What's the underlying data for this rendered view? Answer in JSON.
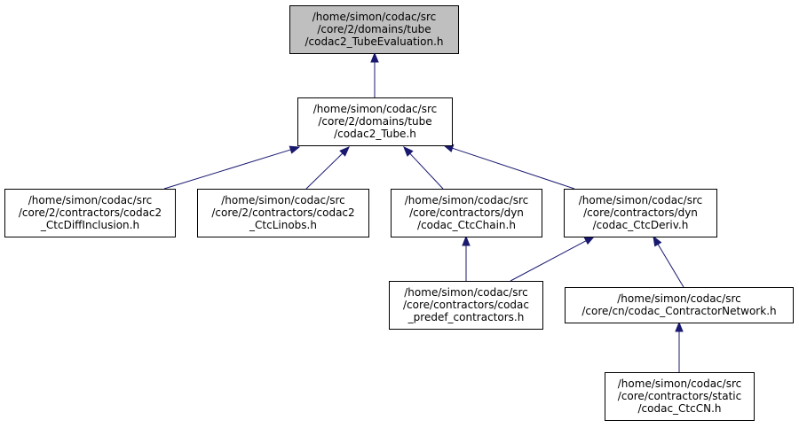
{
  "colors": {
    "highlight_fill": "#bfbfbf",
    "node_fill": "#ffffff",
    "edge": "#191970"
  },
  "nodes": [
    {
      "id": "tubeeval",
      "highlighted": true,
      "lines": [
        "/home/simon/codac/src",
        "/core/2/domains/tube",
        "/codac2_TubeEvaluation.h"
      ]
    },
    {
      "id": "tube",
      "lines": [
        "/home/simon/codac/src",
        "/core/2/domains/tube",
        "/codac2_Tube.h"
      ]
    },
    {
      "id": "diffincl",
      "lines": [
        "/home/simon/codac/src",
        "/core/2/contractors/codac2",
        "_CtcDiffInclusion.h"
      ]
    },
    {
      "id": "linobs",
      "lines": [
        "/home/simon/codac/src",
        "/core/2/contractors/codac2",
        "_CtcLinobs.h"
      ]
    },
    {
      "id": "chain",
      "lines": [
        "/home/simon/codac/src",
        "/core/contractors/dyn",
        "/codac_CtcChain.h"
      ]
    },
    {
      "id": "deriv",
      "lines": [
        "/home/simon/codac/src",
        "/core/contractors/dyn",
        "/codac_CtcDeriv.h"
      ]
    },
    {
      "id": "predef",
      "lines": [
        "/home/simon/codac/src",
        "/core/contractors/codac",
        "_predef_contractors.h"
      ]
    },
    {
      "id": "cn",
      "lines": [
        "/home/simon/codac/src",
        "/core/cn/codac_ContractorNetwork.h"
      ]
    },
    {
      "id": "ctccn",
      "lines": [
        "/home/simon/codac/src",
        "/core/contractors/static",
        "/codac_CtcCN.h"
      ]
    }
  ],
  "edges": [
    {
      "from": "tube",
      "to": "tubeeval"
    },
    {
      "from": "diffincl",
      "to": "tube"
    },
    {
      "from": "linobs",
      "to": "tube"
    },
    {
      "from": "chain",
      "to": "tube"
    },
    {
      "from": "deriv",
      "to": "tube"
    },
    {
      "from": "predef",
      "to": "chain"
    },
    {
      "from": "predef",
      "to": "deriv"
    },
    {
      "from": "cn",
      "to": "deriv"
    },
    {
      "from": "ctccn",
      "to": "cn"
    }
  ]
}
